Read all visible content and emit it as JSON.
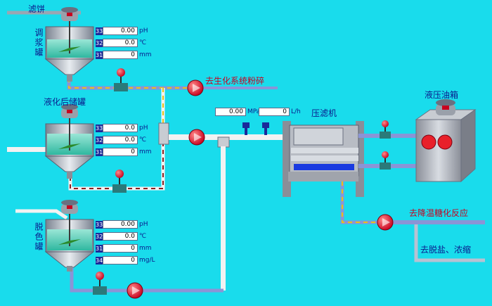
{
  "labels": {
    "filter_cake": "滤饼",
    "slurry_tank": "调浆罐",
    "post_liquid_tank": "液化后储罐",
    "decolor_tank": "脱色罐",
    "to_bio_grind": "去生化系统粉碎",
    "filter_press": "压滤机",
    "hydraulic_tank": "液压油箱",
    "to_saccharification": "去降温糖化反应",
    "to_desalt": "去脱盐、浓缩"
  },
  "tank1": {
    "ph_tag": "33",
    "ph": "0.00",
    "ph_unit": "pH",
    "temp_tag": "32",
    "temp": "0.0",
    "temp_unit": "℃",
    "level_tag": "31",
    "level": "0",
    "level_unit": "mm"
  },
  "tank2": {
    "ph_tag": "33",
    "ph": "0.0",
    "ph_unit": "pH",
    "temp_tag": "32",
    "temp": "0.0",
    "temp_unit": "℃",
    "level_tag": "31",
    "level": "0",
    "level_unit": "mm"
  },
  "tank3": {
    "ph_tag": "33",
    "ph": "0.00",
    "ph_unit": "pH",
    "temp_tag": "32",
    "temp": "0.0",
    "temp_unit": "℃",
    "level_tag": "31",
    "level": "0",
    "level_unit": "mm",
    "conc_tag": "34",
    "conc": "0",
    "conc_unit": "mg/L"
  },
  "pressure": {
    "value": "0.00",
    "unit": "MPa"
  },
  "flow": {
    "value": "0",
    "unit": "L/h"
  },
  "colors": {
    "pipe_blue": "#8a94d6",
    "pipe_dashed": "#e6c21a",
    "pipe_dark": "#8a2020",
    "pump_red": "#e8202a"
  }
}
